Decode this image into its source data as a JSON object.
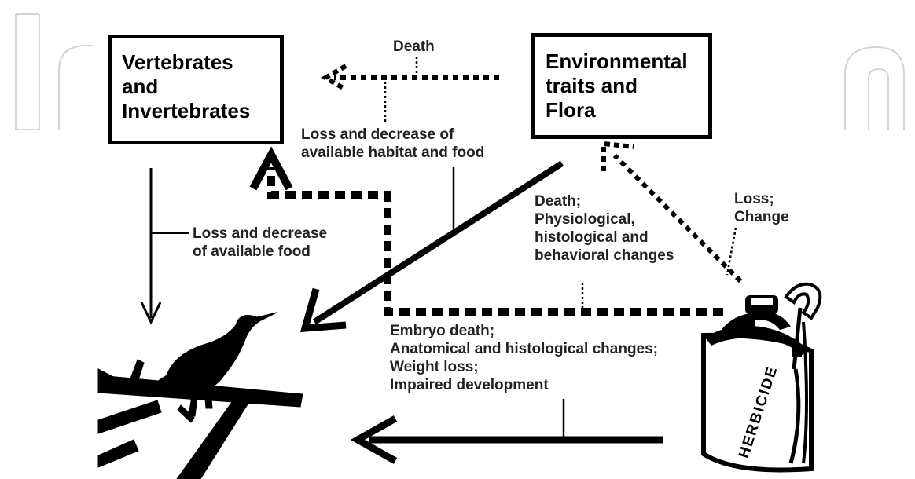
{
  "diagram": {
    "nodes": {
      "animals": "Vertebrates\nand\nInvertebrates",
      "environment": "Environmental\ntraits and\nFlora"
    },
    "labels": {
      "death_top": "Death",
      "habitat_loss": "Loss and decrease of\navailable habitat and food",
      "food_loss": "Loss and decrease\nof available food",
      "bird_effects": "Death;\nPhysiological,\nhistological and\nbehavioral changes",
      "env_loss": "Loss;\nChange",
      "embryo_effects": "Embryo death;\nAnatomical and histological changes;\nWeight loss;\nImpaired development"
    },
    "herbicide_text": "HERBICIDE",
    "watermark_text": "In"
  }
}
